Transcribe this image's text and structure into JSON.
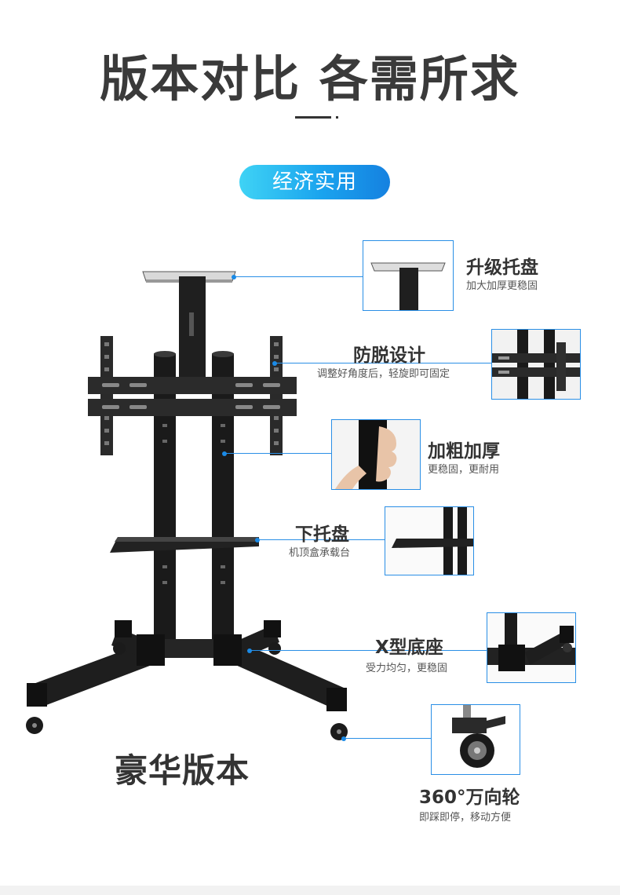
{
  "page": {
    "title": "版本对比 各需所求",
    "tag": "经济实用",
    "version_label": "豪华版本"
  },
  "features": [
    {
      "id": "tray",
      "title": "升级托盘",
      "subtitle": "加大加厚更稳固",
      "icon": "tray-thumbnail"
    },
    {
      "id": "anti_drop",
      "title": "防脱设计",
      "subtitle": "调整好角度后，轻旋即可固定",
      "icon": "bracket-thumbnail"
    },
    {
      "id": "thick_pole",
      "title": "加粗加厚",
      "subtitle": "更稳固，更耐用",
      "icon": "hand-pole-thumbnail"
    },
    {
      "id": "lower_tray",
      "title": "下托盘",
      "subtitle": "机顶盒承载台",
      "icon": "shelf-thumbnail"
    },
    {
      "id": "x_base",
      "title": "X型底座",
      "subtitle": "受力均匀，更稳固",
      "icon": "base-thumbnail"
    },
    {
      "id": "wheel",
      "title": "360°万向轮",
      "subtitle": "即踩即停，移动方便",
      "icon": "caster-thumbnail"
    }
  ],
  "colors": {
    "accent": "#2a8fe6",
    "pill_gradient_start": "#3fd3f5",
    "pill_gradient_end": "#1581e0",
    "product": "#222222"
  }
}
